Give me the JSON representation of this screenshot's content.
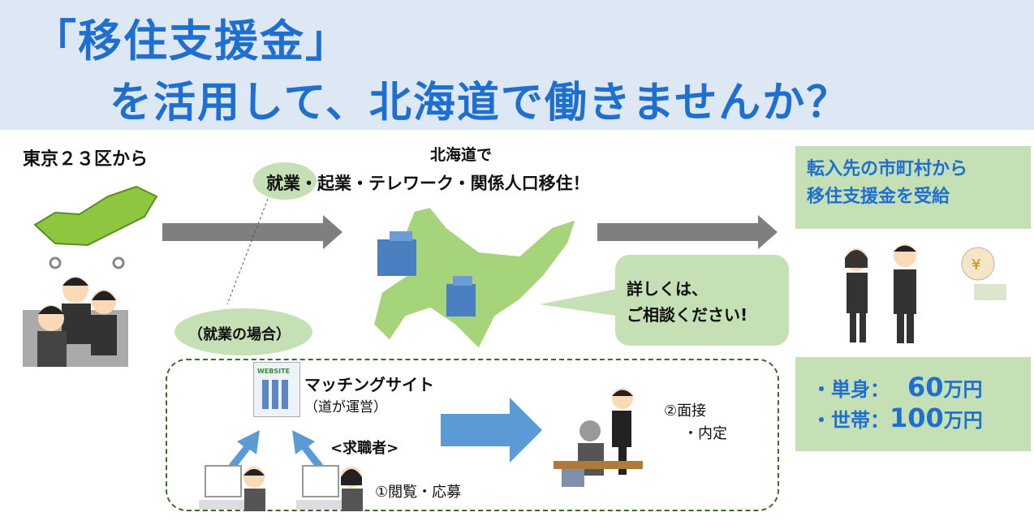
{
  "title": {
    "line1": "「移住支援金」",
    "line2": "を活用して、北海道で働きませんか？"
  },
  "left": {
    "label": "東京２３区から"
  },
  "middle": {
    "label_top": "北海道で",
    "label_options": "就業・起業・テレワーク・関係人口移住！",
    "employment_case": "（就業の場合）"
  },
  "callout": {
    "line1": "詳しくは、",
    "line2": "ご相談ください!"
  },
  "right": {
    "header_line1": "転入先の市町村から",
    "header_line2": "移住支援金を受給",
    "single_label": "・単身：",
    "single_amount": "60",
    "single_unit": "万円",
    "household_label": "・世帯：",
    "household_amount": "100",
    "household_unit": "万円"
  },
  "process": {
    "site_title": "マッチングサイト",
    "site_operator": "（道が運営）",
    "site_image_text": "WEBSITE",
    "job_seekers": "<求職者>",
    "step1": "①閲覧・応募",
    "step2_line1": "②面接",
    "step2_line2": "・内定"
  },
  "colors": {
    "title": "#1f6fd0",
    "green": "#c5e0b4",
    "arrow_grey": "#7f7f7f",
    "arrow_blue": "#5b9bd5"
  }
}
